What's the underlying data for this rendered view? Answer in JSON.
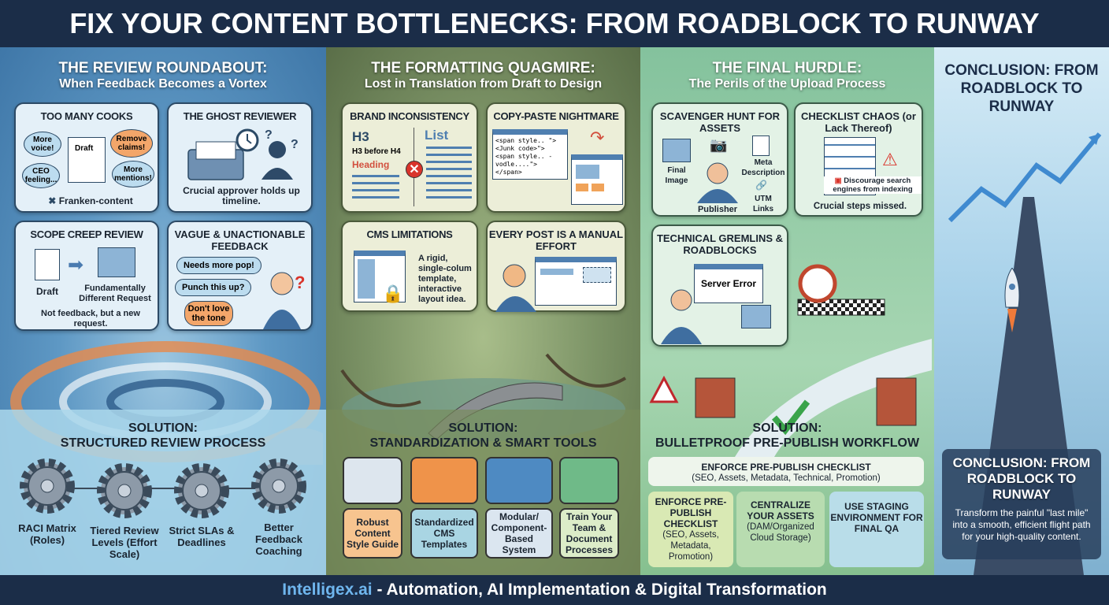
{
  "header": {
    "title": "FIX YOUR CONTENT BOTTLENECKS: FROM ROADBLOCK TO RUNWAY"
  },
  "footer": {
    "brand": "Intelligex.ai",
    "tagline": " - Automation, AI Implementation & Digital Transformation",
    "brand_color": "#6fb6ee"
  },
  "section1": {
    "title": "THE REVIEW ROUNDABOUT:",
    "subtitle": "When Feedback Becomes a Vortex",
    "cards": [
      {
        "title": "TOO MANY COOKS",
        "bubbles": [
          "More voice!",
          "Remove claims!",
          "CEO feeling...",
          "More mentions!"
        ],
        "doc": "Draft",
        "caption": "Franken-content"
      },
      {
        "title": "THE GHOST REVIEWER",
        "caption": "Crucial approver holds up timeline."
      },
      {
        "title": "SCOPE CREEP REVIEW",
        "from": "Draft",
        "to": "Fundamentally Different Request",
        "caption": "Not feedback, but a new request."
      },
      {
        "title": "VAGUE & UNACTIONABLE FEEDBACK",
        "bubbles": [
          "Needs more pop!",
          "Punch this up?",
          "Don't love the tone"
        ]
      }
    ],
    "solution": {
      "label": "SOLUTION:",
      "title": "STRUCTURED REVIEW PROCESS",
      "items": [
        "RACI Matrix (Roles)",
        "Tiered Review Levels (Effort Scale)",
        "Strict SLAs & Deadlines",
        "Better Feedback Coaching"
      ]
    }
  },
  "section2": {
    "title": "THE FORMATTING QUAGMIRE:",
    "subtitle": "Lost in Translation from Draft to Design",
    "cards": [
      {
        "title": "BRAND INCONSISTENCY",
        "h3": "H3",
        "note": "H3 before H4",
        "heading": "Heading",
        "list": "List"
      },
      {
        "title": "COPY-PASTE NIGHTMARE",
        "code": [
          "<span style.. \">",
          "<Junk code>\">",
          "<span style.. -",
          "vodle....\">",
          "</span>"
        ]
      },
      {
        "title": "CMS LIMITATIONS",
        "caption": "A rigid, single-colum template, interactive layout idea."
      },
      {
        "title": "EVERY POST IS A MANUAL EFFORT"
      }
    ],
    "solution": {
      "label": "SOLUTION:",
      "title": "STANDARDIZATION & SMART TOOLS",
      "items": [
        "Robust Content Style Guide",
        "Standardized CMS Templates",
        "Modular/ Component-Based System",
        "Train Your Team & Document Processes"
      ]
    }
  },
  "section3": {
    "title": "THE FINAL HURDLE:",
    "subtitle": "The Perils of the Upload Process",
    "cards": [
      {
        "title": "SCAVENGER HUNT FOR ASSETS",
        "labels": [
          "Final Image",
          "Meta Description",
          "Publisher",
          "UTM Links"
        ]
      },
      {
        "title": "CHECKLIST CHAOS (or Lack Thereof)",
        "checkbox": "Discourage search engines from indexing",
        "caption": "Crucial steps missed."
      },
      {
        "title": "TECHNICAL GREMLINS & ROADBLOCKS",
        "screen": "Server Error"
      }
    ],
    "solution": {
      "label": "SOLUTION:",
      "title": "BULLETPROOF PRE-PUBLISH WORKFLOW",
      "banner": {
        "title": "ENFORCE PRE-PUBLISH CHECKLIST",
        "sub": "(SEO, Assets, Metadata, Technical, Promotion)"
      },
      "items": [
        {
          "title": "ENFORCE PRE-PUBLISH CHECKLIST",
          "sub": "(SEO, Assets, Metadata, Promotion)"
        },
        {
          "title": "CENTRALIZE YOUR ASSETS",
          "sub": "(DAM/Organized Cloud Storage)"
        },
        {
          "title": "USE STAGING ENVIRONMENT FOR FINAL QA",
          "sub": ""
        }
      ]
    }
  },
  "conclusion": {
    "top_title": "CONCLUSION: FROM ROADBLOCK TO RUNWAY",
    "title": "CONCLUSION: FROM ROADBLOCK TO RUNWAY",
    "text": "Transform the painful \"last mile\" into a smooth, efficient flight path for your high-quality content."
  }
}
